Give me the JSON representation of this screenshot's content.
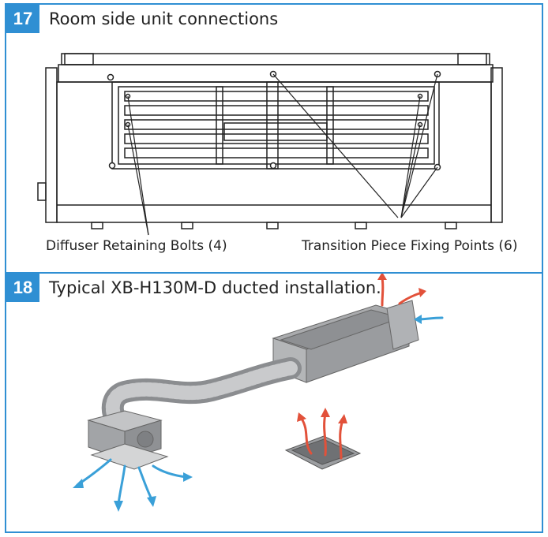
{
  "panels": [
    {
      "number": "17",
      "title": "Room side unit connections",
      "callouts": {
        "left": "Diffuser Retaining Bolts (4)",
        "right": "Transition Piece Fixing Points (6)"
      }
    },
    {
      "number": "18",
      "title": "Typical XB-H130M-D ducted installation."
    }
  ],
  "colors": {
    "accent": "#2f8fd3",
    "hot_arrow": "#e2513a",
    "cold_arrow": "#3aa0d8"
  }
}
